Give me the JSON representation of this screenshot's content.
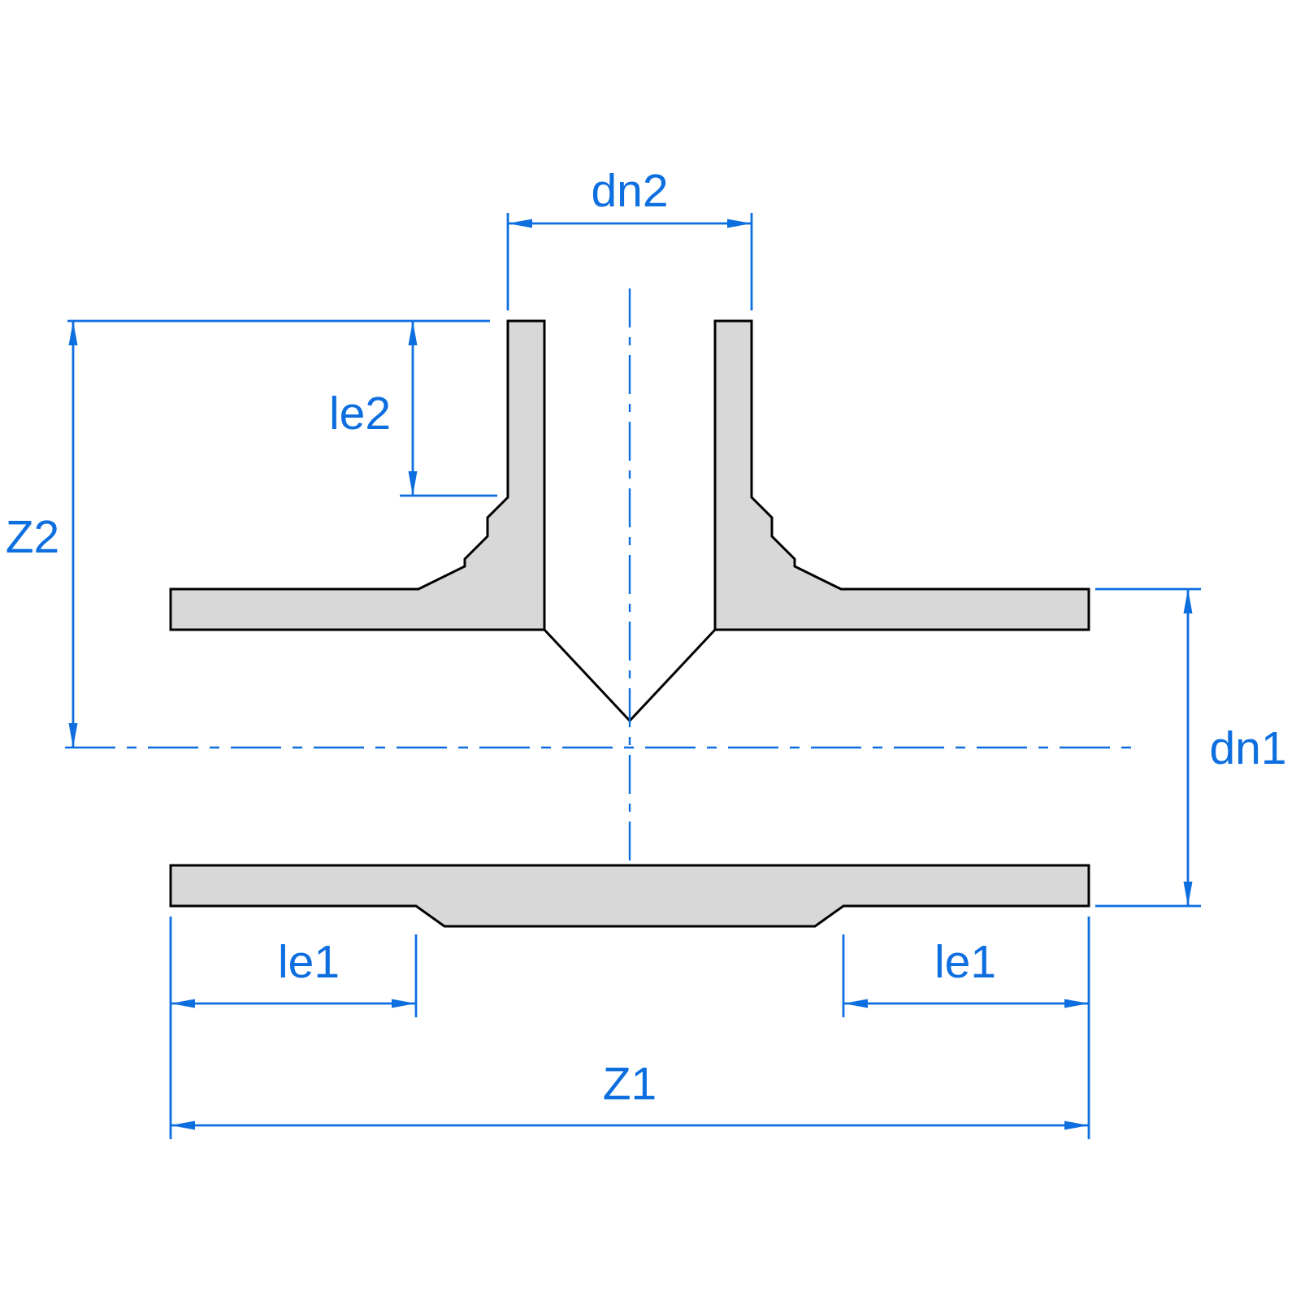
{
  "drawing": {
    "labels": {
      "dn2": "dn2",
      "le2": "le2",
      "Z2": "Z2",
      "dn1": "dn1",
      "le1_left": "le1",
      "le1_right": "le1",
      "Z1": "Z1"
    },
    "colors": {
      "dimension_blue": "#0d6ee0",
      "outline_black": "#000000",
      "part_fill_gray": "#d8d8d8",
      "background": "#ffffff"
    }
  }
}
